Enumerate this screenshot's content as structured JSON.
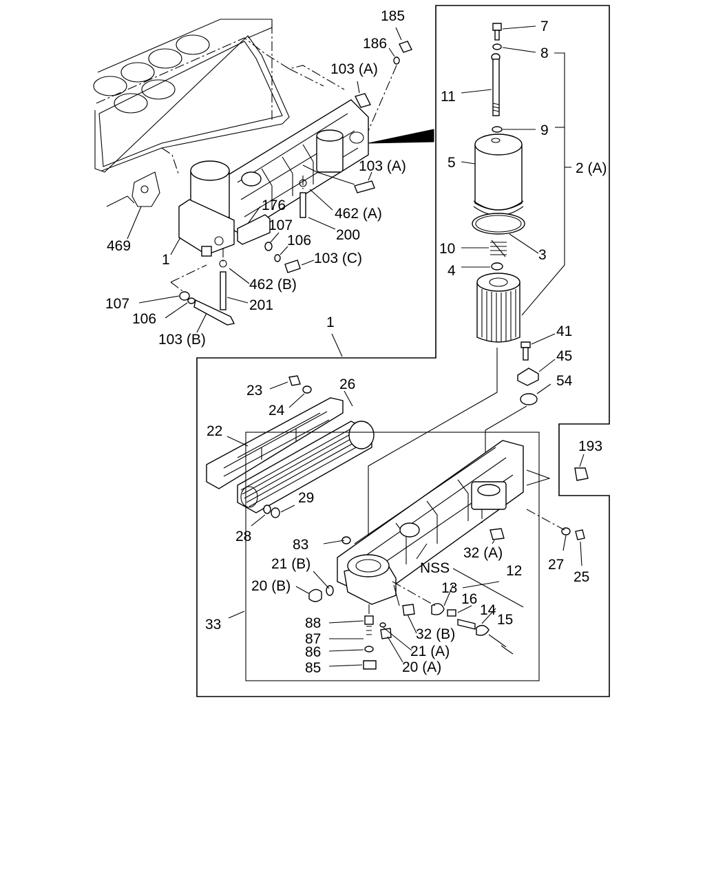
{
  "diagram": {
    "labels": {
      "l185": "185",
      "l186": "186",
      "l103a_top": "103 (A)",
      "l103a_mid": "103 (A)",
      "l469": "469",
      "l176": "176",
      "l107_top": "107",
      "l106_top": "106",
      "l103c": "103 (C)",
      "l462a": "462 (A)",
      "l200": "200",
      "l462b": "462 (B)",
      "l201": "201",
      "l1_top": "1",
      "l107_bot": "107",
      "l106_bot": "106",
      "l103b": "103 (B)",
      "l1_frame": "1",
      "l7": "7",
      "l8": "8",
      "l11": "11",
      "l9": "9",
      "l5": "5",
      "l2a": "2 (A)",
      "l3": "3",
      "l10": "10",
      "l4": "4",
      "l41": "41",
      "l45": "45",
      "l54": "54",
      "l193": "193",
      "l23": "23",
      "l24": "24",
      "l26": "26",
      "l22": "22",
      "l29": "29",
      "l28": "28",
      "l83": "83",
      "l21b": "21 (B)",
      "l20b": "20 (B)",
      "l32a": "32 (A)",
      "lNSS": "NSS",
      "l12": "12",
      "l13": "13",
      "l16": "16",
      "l14": "14",
      "l15": "15",
      "l27": "27",
      "l25": "25",
      "l33": "33",
      "l88": "88",
      "l87": "87",
      "l86": "86",
      "l85": "85",
      "l32b": "32 (B)",
      "l21a": "21 (A)",
      "l20a": "20 (A)"
    }
  }
}
